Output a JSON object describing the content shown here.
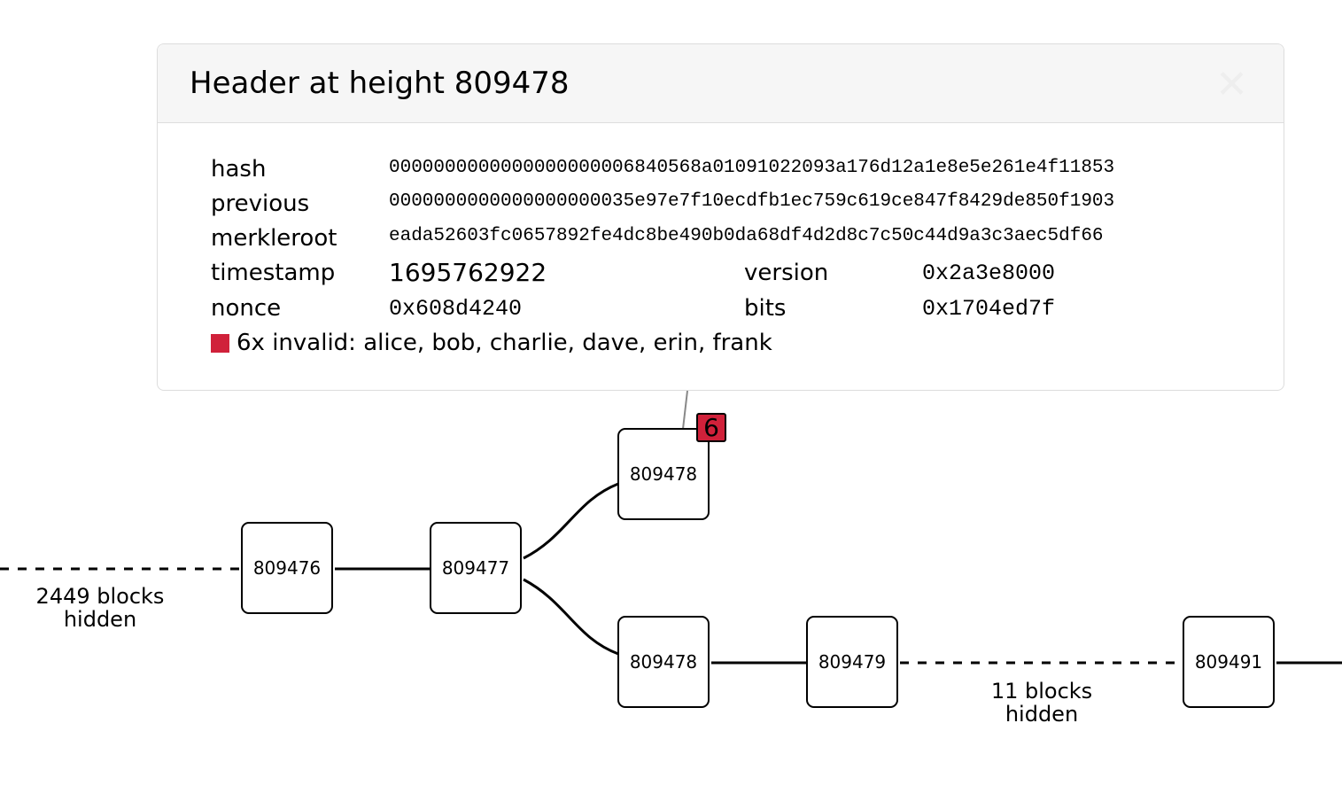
{
  "popup": {
    "title": "Header at height 809478",
    "close_icon": "close-icon",
    "fields": {
      "hash_label": "hash",
      "hash": "0000000000000000000006840568a01091022093a176d12a1e8e5e261e4f11853",
      "previous_label": "previous",
      "previous": "0000000000000000000035e97e7f10ecdfb1ec759c619ce847f8429de850f1903",
      "merkleroot_label": "merkleroot",
      "merkleroot": "eada52603fc0657892fe4dc8be490b0da68df4d2d8c7c50c44d9a3c3aec5df66",
      "timestamp_label": "timestamp",
      "timestamp": "1695762922",
      "version_label": "version",
      "version": "0x2a3e8000",
      "nonce_label": "nonce",
      "nonce": "0x608d4240",
      "bits_label": "bits",
      "bits": "0x1704ed7f"
    },
    "status": "6x invalid: alice, bob, charlie, dave, erin, frank",
    "status_color": "#d0213a"
  },
  "graph": {
    "nodes": [
      "809476",
      "809477",
      "809478",
      "809478",
      "809479",
      "809491"
    ],
    "badge": "6",
    "hidden_left": [
      "2449 blocks",
      "hidden"
    ],
    "hidden_right": [
      "11 blocks",
      "hidden"
    ]
  }
}
